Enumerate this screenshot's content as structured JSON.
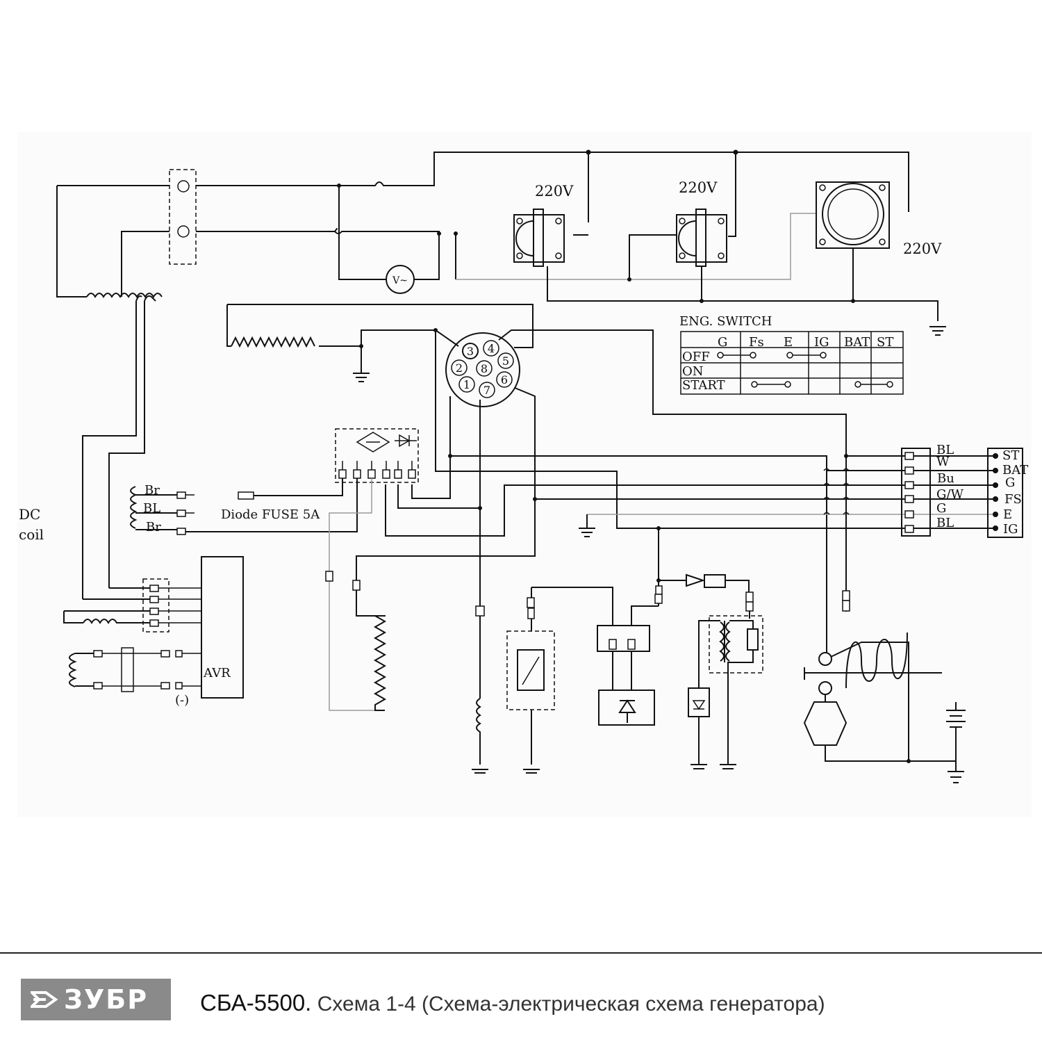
{
  "diagram": {
    "labels": {
      "v1": "220V",
      "v2": "220V",
      "v3": "220V",
      "voltmeter": "V~",
      "dc_coil_1": "DC",
      "dc_coil_2": "coil",
      "avr": "AVR",
      "minus": "(-)",
      "diode_fuse": "Diode FUSE 5A",
      "br_top": "Br",
      "bl_mid": "BL",
      "br_bottom": "Br"
    },
    "socket_pins": [
      "1",
      "2",
      "3",
      "4",
      "5",
      "6",
      "7",
      "8"
    ],
    "eng_switch": {
      "title": "ENG. SWITCH",
      "columns": [
        "G",
        "Fs",
        "E",
        "IG",
        "BAT",
        "ST"
      ],
      "rows": [
        "OFF",
        "ON",
        "START"
      ]
    },
    "harness": {
      "wire_colors": [
        "BL",
        "W",
        "Bu",
        "G/W",
        "G",
        "BL"
      ],
      "terminals": [
        "ST",
        "BAT",
        "G",
        "FS",
        "E",
        "IG"
      ]
    }
  },
  "footer": {
    "logo_text": "ЗУБР",
    "model": "СБА-5500.",
    "description": "Схема 1-4 (Схема-электрическая схема генератора)"
  }
}
